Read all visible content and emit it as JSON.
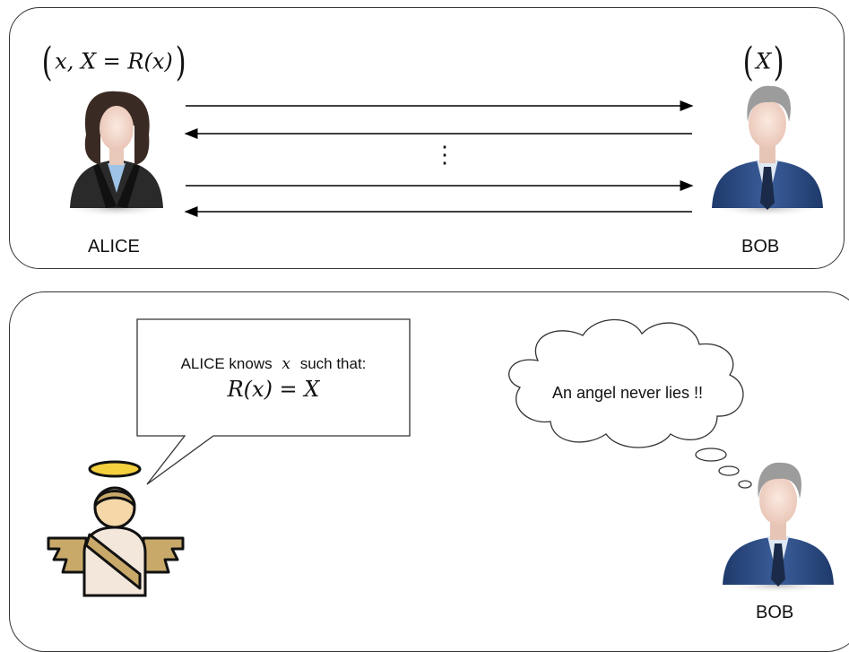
{
  "top_panel": {
    "alice_knowledge": "x, X = R(x)",
    "bob_knowledge": "X",
    "alice_label": "ALICE",
    "bob_label": "BOB",
    "ellipsis": "⋮"
  },
  "bottom_panel": {
    "speech_line1": "ALICE knows",
    "speech_var": "x",
    "speech_line1_end": "such that:",
    "speech_equation": "R(x) = X",
    "thought_text": "An angel never lies !!",
    "bob_label": "BOB"
  },
  "colors": {
    "suit": "#2f4f86",
    "hair_gray": "#9a9a9a",
    "alice_jacket": "#222222",
    "angel_gold": "#c8a96a",
    "halo": "#f4d03f"
  }
}
